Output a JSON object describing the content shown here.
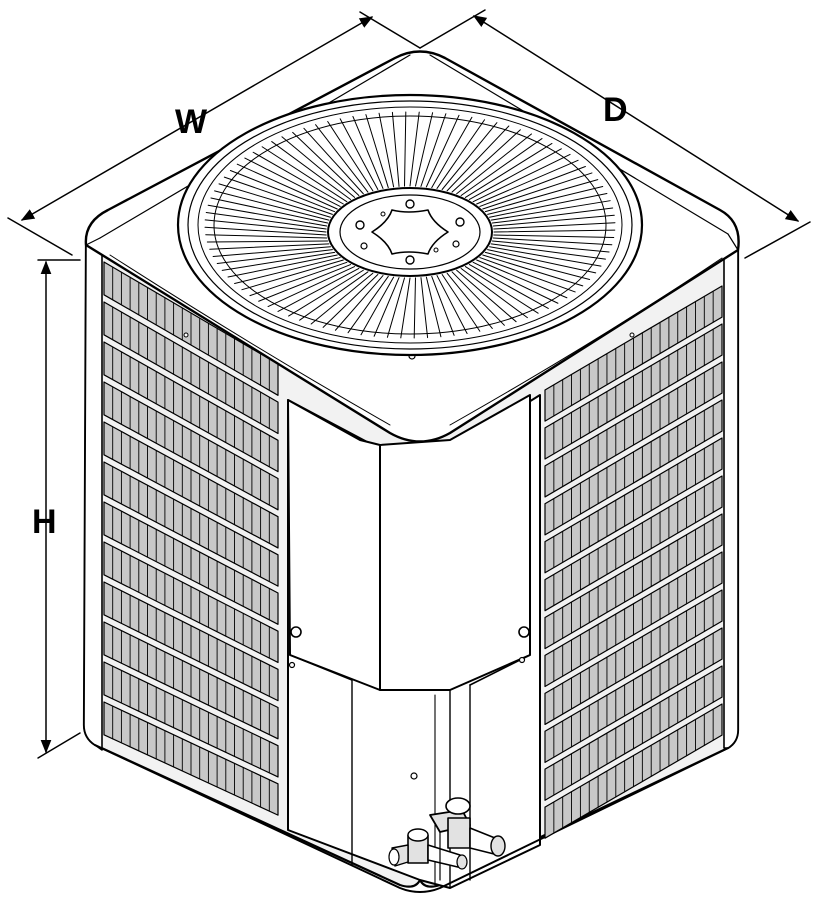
{
  "dimensions": {
    "width_label": "W",
    "depth_label": "D",
    "height_label": "H"
  },
  "colors": {
    "line": "#000000",
    "panel_light": "#f2f2f2",
    "panel_mid": "#e2e2e2",
    "panel_dark": "#c8c8c8"
  },
  "geometry_counts": {
    "fan_blades": 96,
    "grille_rows": 12
  }
}
